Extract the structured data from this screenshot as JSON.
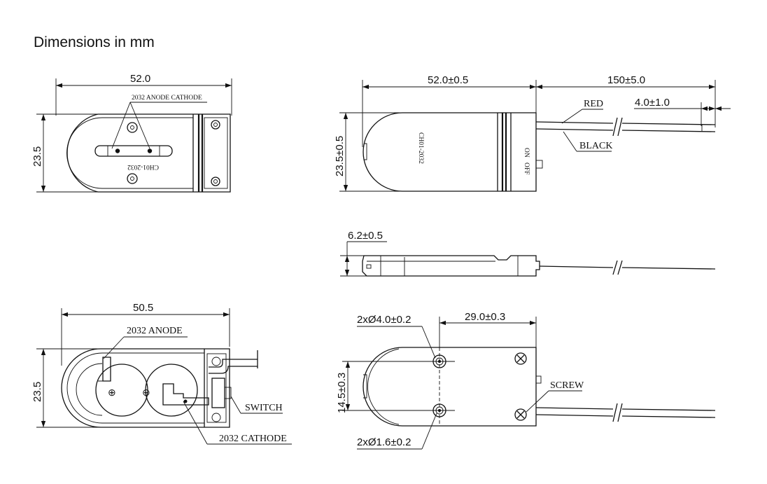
{
  "title": "Dimensions in mm",
  "views": {
    "top": {
      "width_dim": "52.0",
      "height_dim": "23.5",
      "contact_label": "2032 ANODE CATHODE",
      "model_text": "CH01-2032"
    },
    "side_top": {
      "width_dim": "52.0±0.5",
      "lead_dim": "150±5.0",
      "strip_dim": "4.0±1.0",
      "height_dim": "23.5±0.5",
      "red_label": "RED",
      "black_label": "BLACK",
      "model_text": "CH01-2032",
      "on_label": "ON",
      "off_label": "OFF"
    },
    "profile": {
      "thickness_dim": "6.2±0.5"
    },
    "inside": {
      "width_dim": "50.5",
      "height_dim": "23.5",
      "anode_label": "2032 ANODE",
      "cathode_label": "2032 CATHODE",
      "switch_label": "SWITCH",
      "plus_symbol": "⊕",
      "minus_symbol": "⊖"
    },
    "bottom": {
      "hole_large_dim": "2xØ4.0±0.2",
      "hole_small_dim": "2xØ1.6±0.2",
      "spacing_dim": "29.0±0.3",
      "pitch_dim": "14.5±0.3",
      "screw_label": "SCREW"
    }
  }
}
